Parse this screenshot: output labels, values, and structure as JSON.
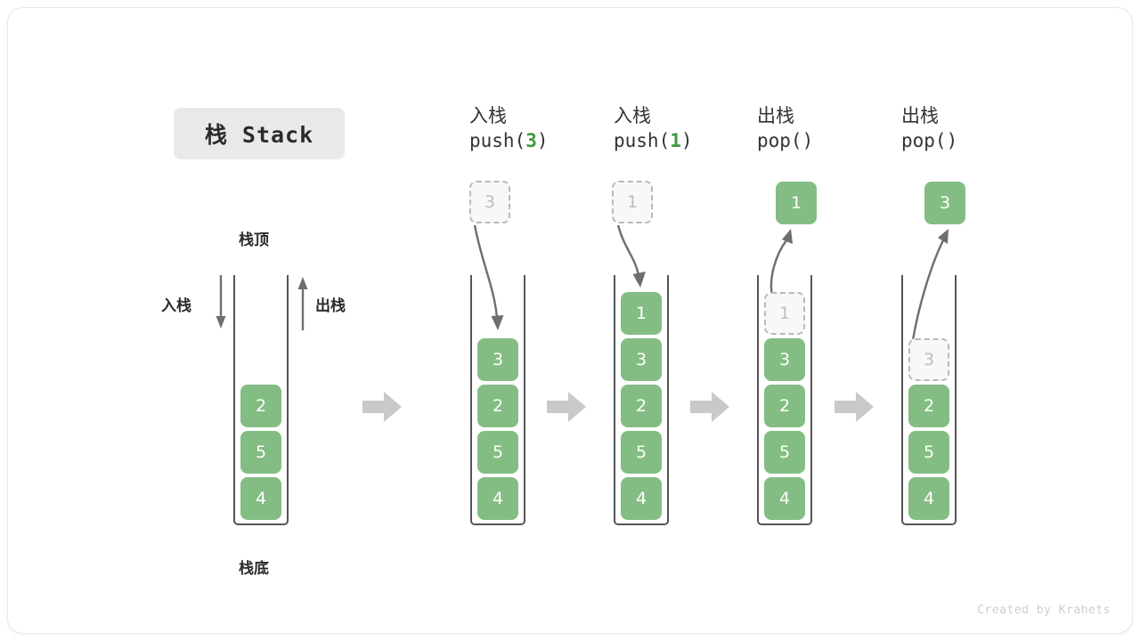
{
  "title": {
    "label": "栈 Stack"
  },
  "watermark": "Created by Krahets",
  "base_stack": {
    "top_label": "栈顶",
    "bottom_label": "栈底",
    "push_label": "入栈",
    "pop_label": "出栈",
    "values": [
      "2",
      "5",
      "4"
    ]
  },
  "colors": {
    "element_fill": "#84bd84",
    "element_text": "#ffffff",
    "ghost_fill": "#f8f8f8",
    "ghost_border": "#b9b9b9",
    "ghost_text": "#bdbdbd",
    "vessel_border": "#555555",
    "arrow": "#6e6e6e",
    "step_arrow": "#c9c9c9",
    "accent_green": "#3d9940",
    "title_pill_bg": "#e9e9e9",
    "text": "#333333"
  },
  "steps": [
    {
      "op_cjk": "入栈",
      "op_code_prefix": "push(",
      "op_code_arg": "3",
      "op_code_suffix": ")",
      "incoming_value": "3",
      "incoming_kind": "ghost-above",
      "stack": [
        "3",
        "2",
        "5",
        "4"
      ],
      "ghost_index": -1,
      "popped_value": null
    },
    {
      "op_cjk": "入栈",
      "op_code_prefix": "push(",
      "op_code_arg": "1",
      "op_code_suffix": ")",
      "incoming_value": "1",
      "incoming_kind": "ghost-above",
      "stack": [
        "1",
        "3",
        "2",
        "5",
        "4"
      ],
      "ghost_index": -1,
      "popped_value": null
    },
    {
      "op_cjk": "出栈",
      "op_code_prefix": "pop(",
      "op_code_arg": "",
      "op_code_suffix": ")",
      "incoming_value": null,
      "incoming_kind": "popped-above",
      "stack": [
        "1",
        "3",
        "2",
        "5",
        "4"
      ],
      "ghost_index": 0,
      "popped_value": "1"
    },
    {
      "op_cjk": "出栈",
      "op_code_prefix": "pop(",
      "op_code_arg": "",
      "op_code_suffix": ")",
      "incoming_value": null,
      "incoming_kind": "popped-above",
      "stack": [
        "3",
        "2",
        "5",
        "4"
      ],
      "ghost_index": 0,
      "popped_value": "3"
    }
  ]
}
